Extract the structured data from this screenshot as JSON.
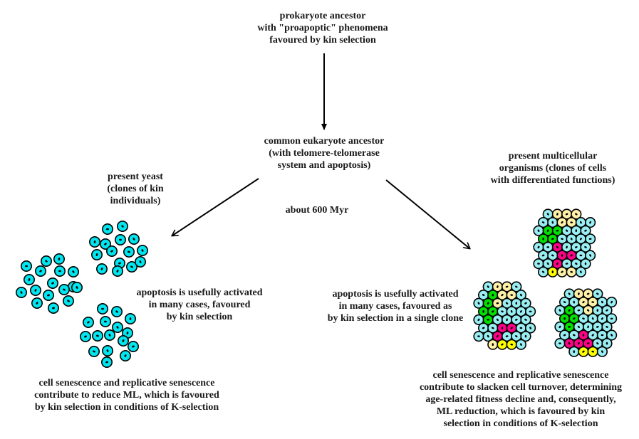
{
  "colors": {
    "yeast_cell": "#00e5ee",
    "tissue_cell": "#99eef2",
    "stem_cell": "#00e000",
    "pale_cell": "#fff0a8",
    "apoptotic_cell": "#ff0088",
    "new_cell": "#ffff00",
    "outline": "#000000"
  },
  "nodes": {
    "prokaryote": {
      "lines": [
        "prokaryote ancestor",
        "with \"proapoptic\" phenomena",
        "favoured by kin selection"
      ]
    },
    "eukaryote": {
      "lines": [
        "common eukaryote ancestor",
        "(with telomere-telomerase",
        "system and apoptosis)"
      ]
    },
    "yeast": {
      "lines": [
        "present yeast",
        "(clones of kin",
        "individuals)"
      ]
    },
    "multicellular": {
      "lines": [
        "present multicellular",
        "organisms (clones of cells",
        "with differentiated functions)"
      ]
    }
  },
  "time_label": "about 600 Myr",
  "yeast_apoptosis": {
    "lines": [
      "apoptosis is usefully activated",
      "in many cases, favoured",
      "by kin selection"
    ]
  },
  "multicellular_apoptosis": {
    "lines": [
      "apoptosis is usefully activated",
      "in many cases, favoured as",
      "by kin selection in a single clone"
    ]
  },
  "yeast_senescence": {
    "lines": [
      "cell senescence and replicative senescence",
      "contribute to reduce ML, which is favoured",
      "by kin selection in conditions of K-selection"
    ]
  },
  "multicellular_senescence": {
    "lines": [
      "cell senescence and replicative senescence",
      "contribute to slacken cell turnover, determining",
      "age-related fitness decline and, consequently,",
      "ML reduction, which is favoured by kin",
      "selection in conditions of K-selection"
    ]
  },
  "arrows": [
    {
      "from": "prokaryote",
      "to": "eukaryote"
    },
    {
      "from": "eukaryote",
      "to": "yeast"
    },
    {
      "from": "eukaryote",
      "to": "multicellular"
    }
  ],
  "yeast_colonies_count": 3,
  "organisms_count": 3
}
